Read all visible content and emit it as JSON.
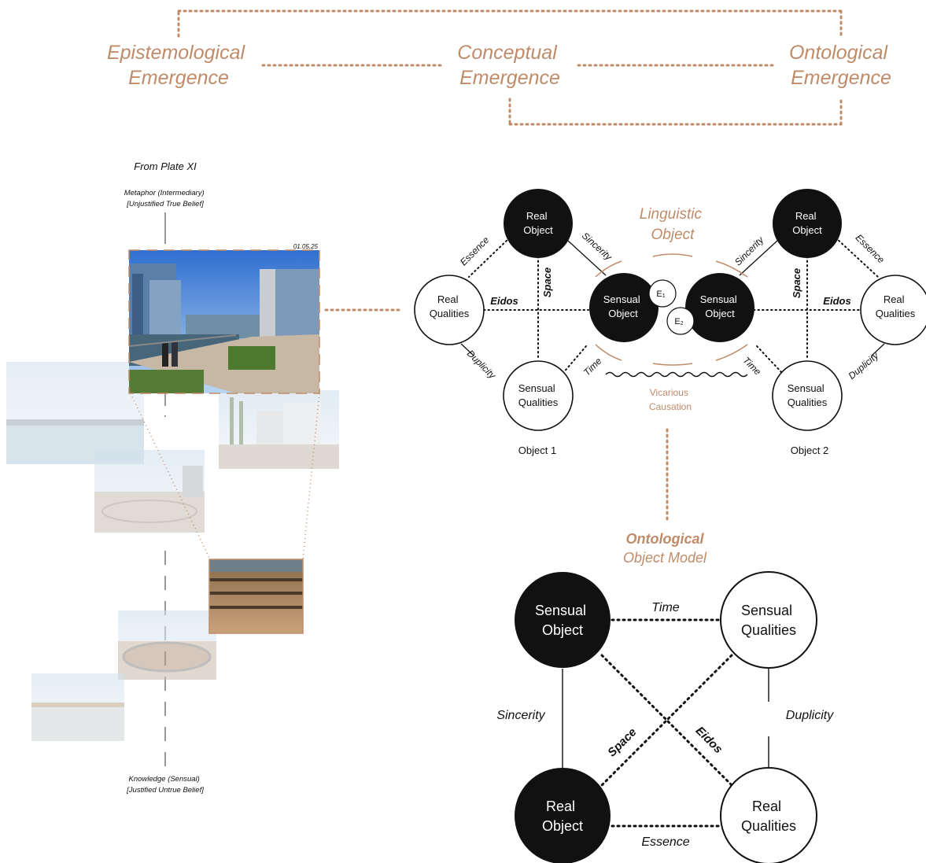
{
  "colors": {
    "accent": "#c08b68",
    "ink": "#111111",
    "photo_frame": "#c08b68"
  },
  "header": {
    "epistemological": [
      "Epistemological",
      "Emergence"
    ],
    "conceptual": [
      "Conceptual",
      "Emergence"
    ],
    "ontological": [
      "Ontological",
      "Emergence"
    ]
  },
  "timeline": {
    "source": "From Plate XI",
    "top_label": [
      "Metaphor (Intermediary)",
      "[Unjustified True Belief]"
    ],
    "bottom_label": [
      "Knowledge (Sensual)",
      "[Justified Untrue Belief]"
    ],
    "photo_date": "01.05.25"
  },
  "linguistic_diagram": {
    "title": [
      "Linguistic",
      "Object"
    ],
    "object1_caption": "Object 1",
    "object2_caption": "Object 2",
    "real_object": [
      "Real",
      "Object"
    ],
    "real_qualities": [
      "Real",
      "Qualities"
    ],
    "sensual_object": [
      "Sensual",
      "Object"
    ],
    "sensual_qualities": [
      "Sensual",
      "Qualities"
    ],
    "e1": "E",
    "e1_sub": "1",
    "e2": "E",
    "e2_sub": "2",
    "essence": "Essence",
    "sincerity": "Sincerity",
    "space": "Space",
    "eidos": "Eidos",
    "duplicity": "Duplicity",
    "time": "Time",
    "vicarious": [
      "Vicarious",
      "Causation"
    ]
  },
  "ontological_model": {
    "title_bold": "Ontological",
    "title_rest": "Object Model",
    "sensual_object": [
      "Sensual",
      "Object"
    ],
    "sensual_qualities": [
      "Sensual",
      "Qualities"
    ],
    "real_object": [
      "Real",
      "Object"
    ],
    "real_qualities": [
      "Real",
      "Qualities"
    ],
    "time": "Time",
    "sincerity": "Sincerity",
    "duplicity": "Duplicity",
    "space": "Space",
    "eidos": "Eidos",
    "essence": "Essence"
  }
}
